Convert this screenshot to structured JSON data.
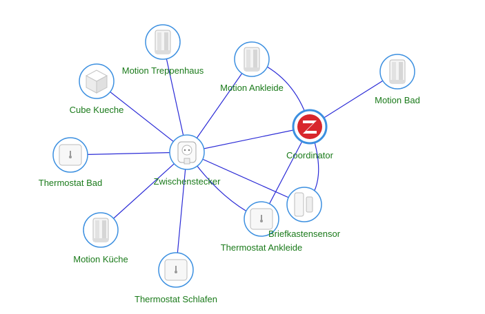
{
  "colors": {
    "edge": "#2a2ad6",
    "label": "#1a7a1a",
    "node_border": "#3b8fe0",
    "coordinator_red": "#d8262c"
  },
  "coordinator": {
    "id": "coordinator",
    "label": "Coordinator",
    "icon": "zigbee-logo-icon"
  },
  "nodes": [
    {
      "id": "zwischenstecker",
      "label": "Zwischenstecker",
      "icon": "smart-plug-icon"
    },
    {
      "id": "motion-treppenhaus",
      "label": "Motion Treppenhaus",
      "icon": "motion-sensor-icon"
    },
    {
      "id": "motion-ankleide",
      "label": "Motion Ankleide",
      "icon": "motion-sensor-icon"
    },
    {
      "id": "motion-bad",
      "label": "Motion Bad",
      "icon": "motion-sensor-icon"
    },
    {
      "id": "cube-kueche",
      "label": "Cube Kueche",
      "icon": "cube-controller-icon"
    },
    {
      "id": "thermostat-bad",
      "label": "Thermostat Bad",
      "icon": "thermostat-sensor-icon"
    },
    {
      "id": "motion-kueche",
      "label": "Motion Küche",
      "icon": "motion-sensor-icon"
    },
    {
      "id": "thermostat-schlafen",
      "label": "Thermostat Schlafen",
      "icon": "thermostat-sensor-icon"
    },
    {
      "id": "thermostat-ankleide",
      "label": "Thermostat Ankleide",
      "icon": "thermostat-sensor-icon"
    },
    {
      "id": "briefkastensensor",
      "label": "Briefkastensensor",
      "icon": "door-sensor-icon"
    }
  ],
  "edges": [
    [
      "zwischenstecker",
      "motion-treppenhaus"
    ],
    [
      "zwischenstecker",
      "cube-kueche"
    ],
    [
      "zwischenstecker",
      "thermostat-bad"
    ],
    [
      "zwischenstecker",
      "motion-kueche"
    ],
    [
      "zwischenstecker",
      "thermostat-schlafen"
    ],
    [
      "zwischenstecker",
      "motion-ankleide"
    ],
    [
      "zwischenstecker",
      "coordinator"
    ],
    [
      "zwischenstecker",
      "thermostat-ankleide"
    ],
    [
      "zwischenstecker",
      "briefkastensensor"
    ],
    [
      "coordinator",
      "motion-ankleide"
    ],
    [
      "coordinator",
      "motion-bad"
    ],
    [
      "coordinator",
      "thermostat-ankleide"
    ],
    [
      "coordinator",
      "briefkastensensor"
    ]
  ]
}
